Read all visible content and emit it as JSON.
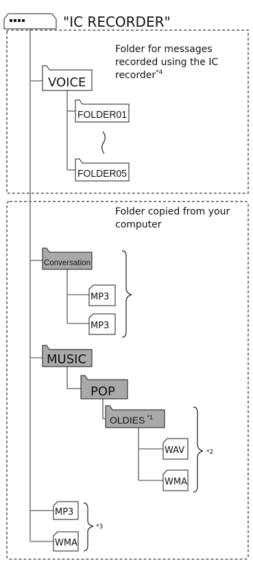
{
  "device": {
    "label": "\"IC RECORDER\""
  },
  "sections": [
    {
      "description_lines": [
        "Folder for messages",
        "recorded using the IC",
        "recorder"
      ],
      "description_footnote": "*4",
      "root_folder": "VOICE",
      "subfolders": [
        "FOLDER01",
        "FOLDER05"
      ]
    },
    {
      "description_lines": [
        "Folder copied from your",
        "computer"
      ]
    }
  ],
  "copied": {
    "conversation": {
      "name": "Conversation",
      "files": [
        "MP3",
        "MP3"
      ]
    },
    "music": "MUSIC",
    "pop": "POP",
    "oldies": {
      "name": "OLDIES",
      "footnote": "*1",
      "files": [
        "WAV",
        "WMA"
      ],
      "brace_note": "*2"
    },
    "root_files": {
      "files": [
        "MP3",
        "WMA"
      ],
      "brace_note": "*3"
    }
  }
}
